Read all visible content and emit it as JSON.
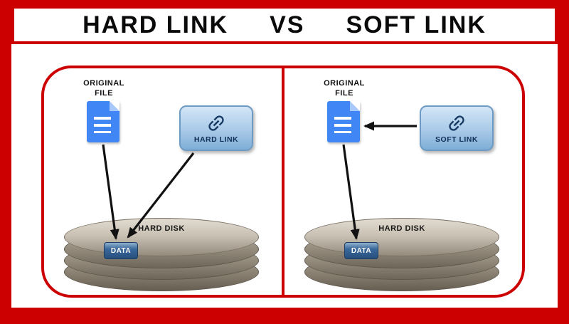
{
  "title": {
    "left": "HARD LINK",
    "vs": "VS",
    "right": "SOFT LINK"
  },
  "left_panel": {
    "original_file_line1": "ORIGINAL",
    "original_file_line2": "FILE",
    "link_label": "HARD LINK",
    "disk_label": "HARD DISK",
    "data_label": "DATA"
  },
  "right_panel": {
    "original_file_line1": "ORIGINAL",
    "original_file_line2": "FILE",
    "link_label": "SOFT LINK",
    "disk_label": "HARD DISK",
    "data_label": "DATA"
  },
  "icons": {
    "left_file_icon": "document-icon",
    "left_link_icon": "chain-link-icon",
    "right_file_icon": "document-icon",
    "right_link_icon": "chain-link-icon"
  },
  "colors": {
    "accent_red": "#cc0000",
    "document_blue": "#4086f4",
    "link_box_blue": "#a9cae8",
    "chain_navy": "#173a63",
    "data_blue": "#39689b",
    "disk_beige": "#c9c1b4",
    "arrow_black": "#111111"
  }
}
